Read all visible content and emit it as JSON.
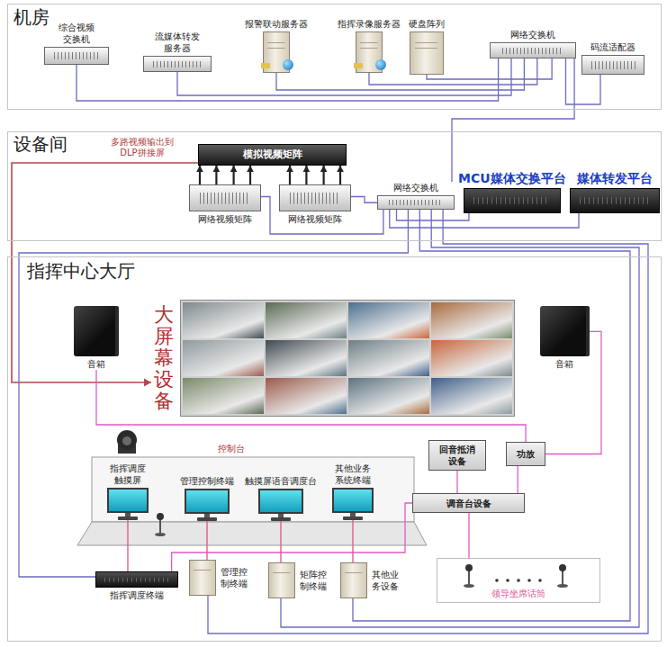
{
  "diagram": {
    "nodes": [
      {
        "text": [
          "机房"
        ]
      },
      {
        "text": [
          "综合视频交换机"
        ],
        "in": 0
      },
      {
        "text": [
          "流媒体转发服务器"
        ],
        "in": 0
      },
      {
        "text": [
          "报警联动服务器"
        ],
        "in": 0
      },
      {
        "text": [
          "指挥录像服务器"
        ],
        "in": 0
      },
      {
        "text": [
          "硬盘阵列"
        ],
        "in": 0
      },
      {
        "text": [
          "网络交换机"
        ],
        "in": 0
      },
      {
        "text": [
          "码流适配器"
        ],
        "in": 0
      },
      {
        "text": [
          "设备间"
        ]
      },
      {
        "text": [
          "模拟视频矩阵"
        ],
        "in": 8
      },
      {
        "text": [
          "网络视频矩阵"
        ],
        "in": 8
      },
      {
        "text": [
          "网络视频矩阵"
        ],
        "in": 8
      },
      {
        "text": [
          "网络交换机"
        ],
        "in": 8
      },
      {
        "text": [
          "MCU媒体交换平台"
        ],
        "in": 8
      },
      {
        "text": [
          "媒体转发平台"
        ],
        "in": 8
      },
      {
        "text": [
          "指挥中心大厅"
        ]
      },
      {
        "text": [
          "音箱"
        ],
        "in": 15
      },
      {
        "text": [
          "大屏幕设备"
        ],
        "in": 15
      },
      {
        "text": [
          "音箱"
        ],
        "in": 15
      },
      {
        "text": [
          "控制台"
        ],
        "in": 15
      },
      {
        "text": [
          "指挥调度触摸屏"
        ],
        "in": 19
      },
      {
        "text": [
          "管理控制终端"
        ],
        "in": 19
      },
      {
        "text": [
          "触摸屏语音调度台"
        ],
        "in": 19
      },
      {
        "text": [
          "其他业务系统终端"
        ],
        "in": 19
      },
      {
        "text": [
          "回音抵消设备"
        ],
        "in": 15
      },
      {
        "text": [
          "功放"
        ],
        "in": 15
      },
      {
        "text": [
          "调音台设备"
        ],
        "in": 15
      },
      {
        "text": [
          "指挥调度终端"
        ],
        "in": 15
      },
      {
        "text": [
          "管理控制终端"
        ],
        "in": 15
      },
      {
        "text": [
          "矩阵控制终端"
        ],
        "in": 15
      },
      {
        "text": [
          "其他业务设备"
        ],
        "in": 15
      },
      {
        "text": [
          "领导坐席话筒"
        ],
        "in": 15
      }
    ],
    "edges": [
      {
        "from": 1,
        "to": 6,
        "arrow": "none"
      },
      {
        "from": 2,
        "to": 6,
        "arrow": "none"
      },
      {
        "from": 3,
        "to": 6,
        "arrow": "none"
      },
      {
        "from": 4,
        "to": 6,
        "arrow": "none"
      },
      {
        "from": 5,
        "to": 6,
        "arrow": "none"
      },
      {
        "from": 7,
        "to": 6,
        "arrow": "none"
      },
      {
        "from": 6,
        "to": 12,
        "arrow": "none"
      },
      {
        "from": 10,
        "to": 12,
        "arrow": "none"
      },
      {
        "from": 11,
        "to": 12,
        "arrow": "none"
      },
      {
        "from": 13,
        "to": 12,
        "arrow": "none"
      },
      {
        "from": 14,
        "to": 12,
        "arrow": "none"
      },
      {
        "from": 10,
        "to": 9,
        "arrow": "to"
      },
      {
        "from": 10,
        "to": 9,
        "arrow": "to"
      },
      {
        "from": 10,
        "to": 9,
        "arrow": "to"
      },
      {
        "from": 10,
        "to": 9,
        "arrow": "to"
      },
      {
        "from": 11,
        "to": 9,
        "arrow": "to"
      },
      {
        "from": 11,
        "to": 9,
        "arrow": "to"
      },
      {
        "from": 11,
        "to": 9,
        "arrow": "to"
      },
      {
        "from": 11,
        "to": 9,
        "arrow": "to"
      },
      {
        "from": 9,
        "to": 17,
        "arrow": "to"
      },
      {
        "from": 12,
        "to": 27,
        "arrow": "none"
      },
      {
        "from": 12,
        "to": 28,
        "arrow": "none"
      },
      {
        "from": 12,
        "to": 29,
        "arrow": "none"
      },
      {
        "from": 12,
        "to": 30,
        "arrow": "none"
      },
      {
        "from": 25,
        "to": 18,
        "arrow": "none"
      },
      {
        "from": 25,
        "to": 16,
        "arrow": "none"
      },
      {
        "from": 26,
        "to": 24,
        "arrow": "none"
      },
      {
        "from": 26,
        "to": 25,
        "arrow": "none"
      },
      {
        "from": 31,
        "to": 26,
        "arrow": "none"
      },
      {
        "from": 27,
        "to": 26,
        "arrow": "none"
      },
      {
        "from": 20,
        "to": 27,
        "arrow": "none"
      },
      {
        "from": 21,
        "to": 28,
        "arrow": "none"
      },
      {
        "from": 22,
        "to": 29,
        "arrow": "none"
      },
      {
        "from": 23,
        "to": 30,
        "arrow": "none"
      }
    ],
    "labels": [
      "多路视频输出到DLP拼接屏"
    ]
  }
}
